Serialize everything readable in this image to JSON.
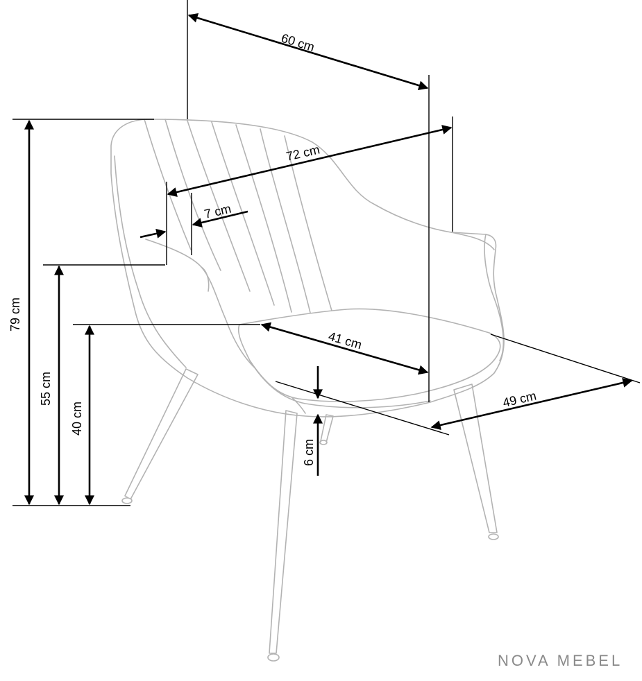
{
  "dimensions": {
    "width_top": "60 cm",
    "width_arms": "72 cm",
    "arm_width": "7 cm",
    "total_height": "79 cm",
    "arm_height": "55 cm",
    "seat_height": "40 cm",
    "seat_depth": "41 cm",
    "total_depth": "49 cm",
    "seat_thickness": "6 cm"
  },
  "brand": "NOVA MEBEL",
  "colors": {
    "outline": "#b3b3b3",
    "dimension": "#000000",
    "brand": "#8a8a8a"
  }
}
